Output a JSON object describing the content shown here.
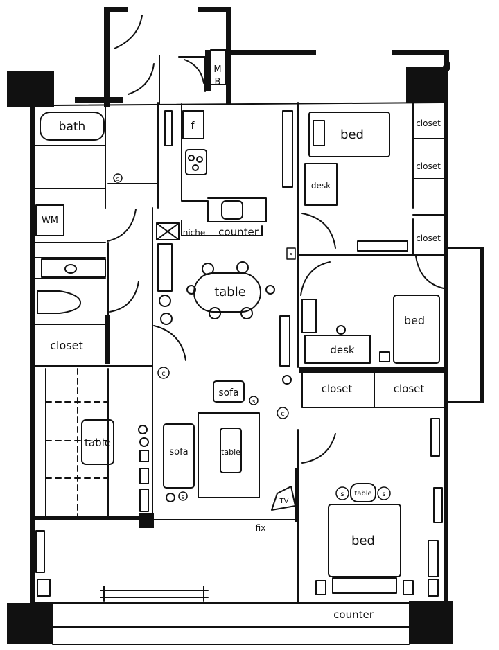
{
  "labels": {
    "mb_m": "M",
    "mb_b": "B",
    "fridge": "f",
    "bath": "bath",
    "wm": "WM",
    "closet_left": "closet",
    "niche": "niche",
    "counter_kitchen": "counter",
    "table_dining": "table",
    "sofa_small": "sofa",
    "sofa_tall": "sofa",
    "table_coffee": "table",
    "table_tatami": "table",
    "tv": "TV",
    "fix": "fix",
    "bed_top": "bed",
    "desk_top": "desk",
    "closet_r1": "closet",
    "closet_r2": "closet",
    "closet_r3": "closet",
    "bed_mid": "bed",
    "desk_mid": "desk",
    "closet_m1": "closet",
    "closet_m2": "closet",
    "bed_master": "bed",
    "table_side": "table",
    "counter_bottom": "counter"
  },
  "symbols": {
    "chair": "c",
    "stool": "s"
  }
}
